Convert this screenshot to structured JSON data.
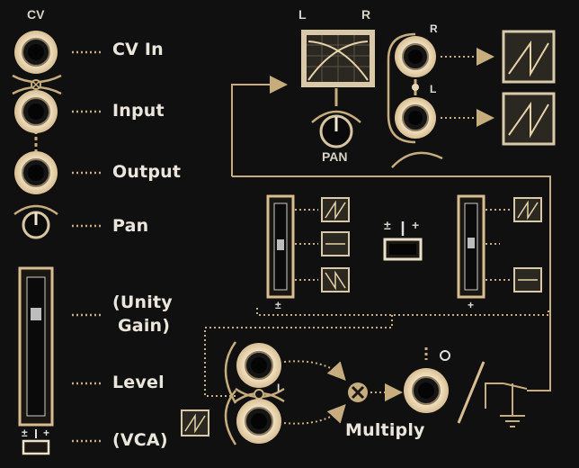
{
  "left_module": {
    "header": "CV",
    "labels": {
      "cv_in": "CV In",
      "input": "Input",
      "output": "Output",
      "pan": "Pan",
      "unity_line1": "(Unity",
      "unity_line2": "Gain)",
      "level": "Level",
      "vca": "(VCA)"
    },
    "switch_labels": {
      "minus_plus": "±",
      "plus": "+"
    }
  },
  "pan_section": {
    "left_channel": "L",
    "right_channel": "R",
    "knob_label": "PAN",
    "jack_right": "R",
    "jack_left": "L"
  },
  "slider_section": {
    "left_slider_label": "±",
    "right_slider_label": "+",
    "switch_minus": "±",
    "switch_plus": "+"
  },
  "multiply_section": {
    "label": "Multiply",
    "attenuverter_mark": "I",
    "output_mark": "O"
  },
  "colors": {
    "background": "#101010",
    "gold": "#c7ad7d",
    "cream": "#f0dfc0",
    "text": "#ebe6dc"
  }
}
